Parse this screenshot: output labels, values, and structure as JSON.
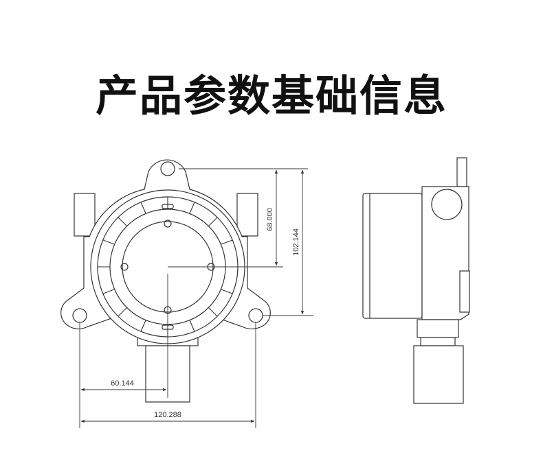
{
  "title": "产品参数基础信息",
  "dimensions": {
    "height_inner": "68.000",
    "height_total": "102.144",
    "half_width": "60.144",
    "total_width": "120.288"
  },
  "colors": {
    "line": "#333333",
    "title": "#111111",
    "background": "#ffffff"
  }
}
